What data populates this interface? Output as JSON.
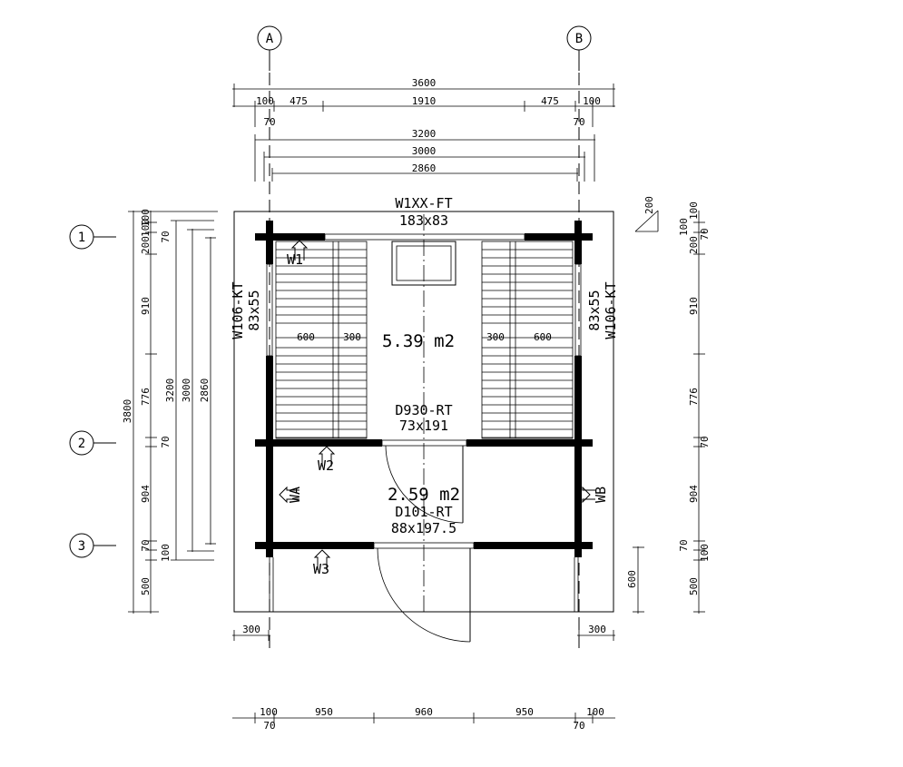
{
  "grid": {
    "columns": [
      "A",
      "B"
    ],
    "rows": [
      "1",
      "2",
      "3"
    ]
  },
  "dims": {
    "top": {
      "overall": "3600",
      "segments": [
        "100",
        "475",
        "1910",
        "475",
        "100"
      ],
      "sub_left": "70",
      "sub_right": "70",
      "d3200": "3200",
      "d3000": "3000",
      "d2860": "2860"
    },
    "bottom": {
      "segments": [
        "100",
        "950",
        "960",
        "950",
        "100"
      ],
      "sub_left": "70",
      "sub_right": "70"
    },
    "left": {
      "overall": "3800",
      "d3200": "3200",
      "d3000": "3000",
      "d2860": "2860",
      "chain": [
        "100",
        "100",
        "200",
        "70",
        "910",
        "776",
        "70",
        "904",
        "70",
        "100",
        "500"
      ]
    },
    "right": {
      "chain": [
        "100",
        "100",
        "200",
        "70",
        "910",
        "776",
        "70",
        "904",
        "70",
        "100",
        "500"
      ],
      "slope": "200",
      "porch": "600"
    },
    "overhang_left": "300",
    "overhang_right": "300",
    "bench": [
      "600",
      "300",
      "300",
      "600"
    ]
  },
  "labels": {
    "window_top_code": "W1XX-FT",
    "window_top_size": "183x83",
    "window_left_code": "W106-KT",
    "window_left_size": "83x55",
    "window_right_code": "W106-KT",
    "window_right_size": "83x55",
    "door_inner_code": "D930-RT",
    "door_inner_size": "73x191",
    "door_outer_code": "D101-RT",
    "door_outer_size": "88x197.5",
    "area_sauna": "5.39 m2",
    "area_lobby": "2.59 m2",
    "wall_1": "W1",
    "wall_2": "W2",
    "wall_3": "W3",
    "wall_a": "WA",
    "wall_b": "WB"
  }
}
